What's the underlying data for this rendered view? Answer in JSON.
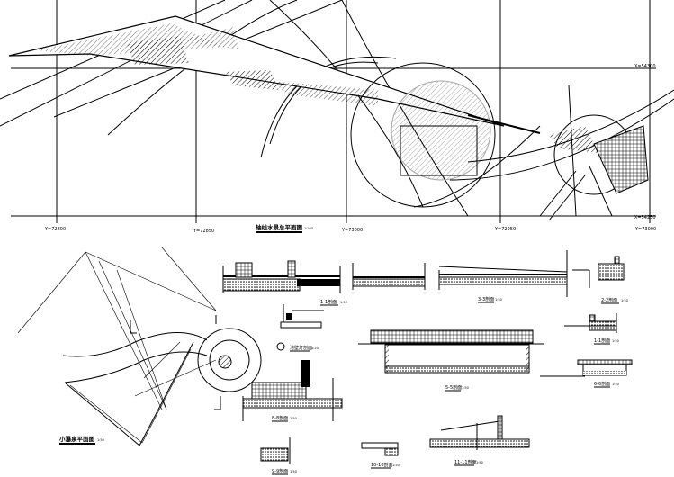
{
  "drawing": {
    "main_plan": {
      "title": "轴线水景总平面图",
      "scale": "1:200",
      "axis_labels": [
        "Y=72800",
        "Y=72850",
        "Y=73000",
        "Y=72950",
        "Y=73000"
      ],
      "x_label_top": "X=54300",
      "x_label_bottom": "X=54250"
    },
    "small_plan": {
      "title": "小瀑泉平面图",
      "scale": "1:50"
    },
    "sections": [
      {
        "id": "s11a",
        "title": "1-1剖面",
        "scale": "1:50"
      },
      {
        "id": "s33",
        "title": "3-3剖面",
        "scale": "1:50"
      },
      {
        "id": "s22",
        "title": "2-2剖面",
        "scale": "1:50"
      },
      {
        "id": "s11b",
        "title": "1-1剖面",
        "scale": "1:50"
      },
      {
        "id": "lamp",
        "title": "池壁灯剖面",
        "scale": "1:20"
      },
      {
        "id": "s55",
        "title": "5-5剖面",
        "scale": "1:50"
      },
      {
        "id": "s66",
        "title": "6-6剖面",
        "scale": "1:50"
      },
      {
        "id": "s88",
        "title": "8-8剖面",
        "scale": "1:50"
      },
      {
        "id": "s99",
        "title": "9-9剖面",
        "scale": "1:50"
      },
      {
        "id": "s1010",
        "title": "10-10剖面",
        "scale": "1:50"
      },
      {
        "id": "s1111",
        "title": "11-11剖面",
        "scale": "1:50"
      }
    ]
  }
}
